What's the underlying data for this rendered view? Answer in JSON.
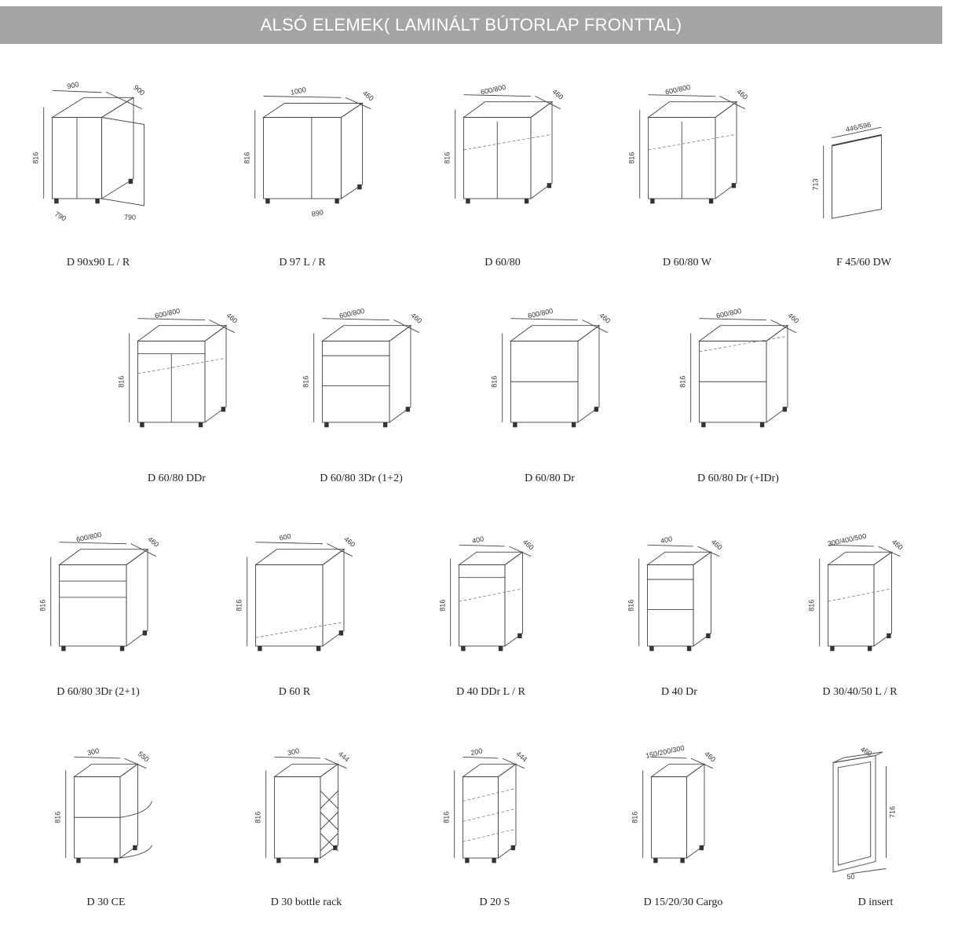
{
  "header": {
    "title": "ALSÓ ELEMEK( LAMINÁLT BÚTORLAP FRONTTAL)"
  },
  "items": [
    {
      "label": "D 90x90 L / R",
      "dims": {
        "w": "900",
        "d": "900",
        "h": "816",
        "b1": "790",
        "b2": "790"
      },
      "style": "corner"
    },
    {
      "label": "D 97 L / R",
      "dims": {
        "w": "1000",
        "d": "460",
        "h": "816",
        "b1": "890"
      },
      "style": "corner2"
    },
    {
      "label": "D 60/80",
      "dims": {
        "w": "600/800",
        "d": "460",
        "h": "816"
      },
      "style": "doors"
    },
    {
      "label": "D 60/80 W",
      "dims": {
        "w": "600/800",
        "d": "460",
        "h": "816"
      },
      "style": "doorsW"
    },
    {
      "label": "F 45/60 DW",
      "dims": {
        "w": "446/596",
        "h": "713"
      },
      "style": "panel"
    },
    {
      "label": "D 60/80 DDr",
      "dims": {
        "w": "600/800",
        "d": "460",
        "h": "816"
      },
      "style": "ddr"
    },
    {
      "label": "D 60/80 3Dr (1+2)",
      "dims": {
        "w": "600/800",
        "d": "460",
        "h": "816"
      },
      "style": "dr3a"
    },
    {
      "label": "D 60/80 Dr",
      "dims": {
        "w": "600/800",
        "d": "460",
        "h": "816"
      },
      "style": "dr2"
    },
    {
      "label": "D 60/80 Dr (+IDr)",
      "dims": {
        "w": "600/800",
        "d": "460",
        "h": "816"
      },
      "style": "dr2i"
    },
    {
      "label": "D 60/80 3Dr (2+1)",
      "dims": {
        "w": "600/800",
        "d": "460",
        "h": "816"
      },
      "style": "dr3b"
    },
    {
      "label": "D 60 R",
      "dims": {
        "w": "600",
        "d": "460",
        "h": "816"
      },
      "style": "oven"
    },
    {
      "label": "D 40 DDr L / R",
      "dims": {
        "w": "400",
        "d": "460",
        "h": "816"
      },
      "style": "ddrn"
    },
    {
      "label": "D 40 Dr",
      "dims": {
        "w": "400",
        "d": "460",
        "h": "816"
      },
      "style": "dr3n"
    },
    {
      "label": "D 30/40/50 L / R",
      "dims": {
        "w": "300/400/500",
        "d": "460",
        "h": "816"
      },
      "style": "door1"
    },
    {
      "label": "D 30 CE",
      "dims": {
        "w": "300",
        "d": "550",
        "h": "816"
      },
      "style": "ce"
    },
    {
      "label": "D 30 bottle rack",
      "dims": {
        "w": "300",
        "d": "444",
        "h": "816"
      },
      "style": "bottle"
    },
    {
      "label": "D 20 S",
      "dims": {
        "w": "200",
        "d": "444",
        "h": "816"
      },
      "style": "shelf"
    },
    {
      "label": "D 15/20/30 Cargo",
      "dims": {
        "w": "150/200/300",
        "d": "460",
        "h": "816"
      },
      "style": "cargo"
    },
    {
      "label": "D insert",
      "dims": {
        "d": "460",
        "h": "716",
        "b1": "50"
      },
      "style": "insert"
    }
  ]
}
